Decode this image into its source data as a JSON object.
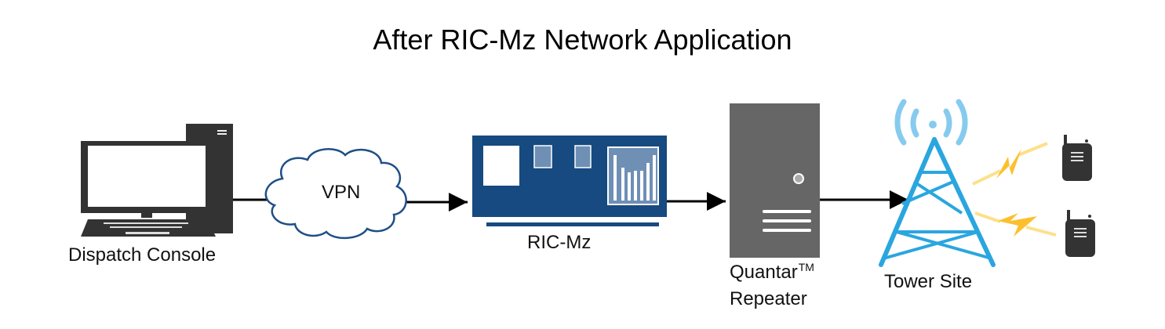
{
  "title": "After RIC-Mz Network Application",
  "colors": {
    "device_dark": "#333333",
    "ric_blue": "#164a80",
    "ric_panel": "#6f8fb5",
    "cloud_stroke": "#1f4f85",
    "repeater_gray": "#666666",
    "tower_blue": "#2aa6df",
    "signal_light_blue": "#86cbee",
    "lightning_yellow": "#fbc02d",
    "lightning_light": "#fde08a",
    "connector": "#000000"
  },
  "nodes": [
    {
      "id": "dispatch-console",
      "label": "Dispatch Console",
      "icon": "desktop-computer-icon"
    },
    {
      "id": "vpn",
      "label": "VPN",
      "icon": "cloud-icon"
    },
    {
      "id": "ric-mz",
      "label": "RIC-Mz",
      "icon": "ric-device-icon"
    },
    {
      "id": "quantar-repeater",
      "label_line1": "Quantar",
      "trademark": "TM",
      "label_line2": "Repeater",
      "icon": "server-icon"
    },
    {
      "id": "tower-site",
      "label": "Tower Site",
      "icon": "radio-tower-icon"
    },
    {
      "id": "radio-1",
      "label": "",
      "icon": "handheld-radio-icon"
    },
    {
      "id": "radio-2",
      "label": "",
      "icon": "handheld-radio-icon"
    }
  ],
  "connections": [
    {
      "from": "dispatch-console",
      "to": "vpn",
      "arrow": false
    },
    {
      "from": "vpn",
      "to": "ric-mz",
      "arrow": true
    },
    {
      "from": "ric-mz",
      "to": "quantar-repeater",
      "arrow": true
    },
    {
      "from": "quantar-repeater",
      "to": "tower-site",
      "arrow": true
    },
    {
      "from": "tower-site",
      "to": "radio-1",
      "type": "wireless"
    },
    {
      "from": "tower-site",
      "to": "radio-2",
      "type": "wireless"
    }
  ]
}
